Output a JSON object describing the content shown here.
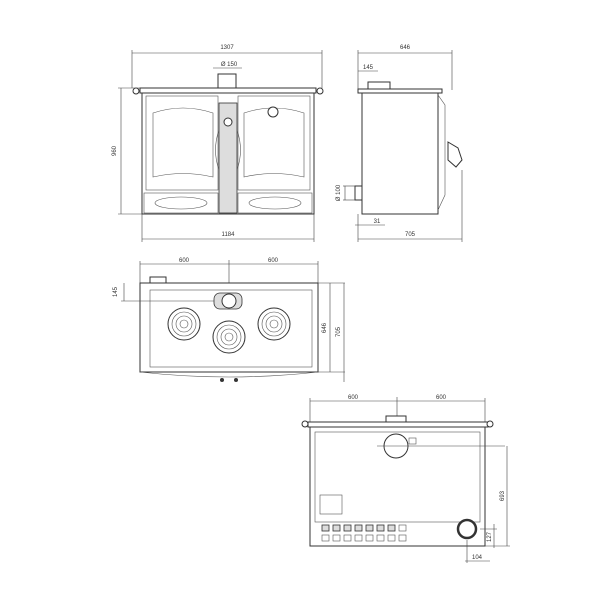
{
  "front_view": {
    "width_total": "1307",
    "flue_diameter": "Ø 150",
    "height": "960",
    "width_body": "1184"
  },
  "side_view": {
    "depth_top": "646",
    "flue_offset": "145",
    "rear_flue_diameter": "Ø 100",
    "rear_offset": "31",
    "depth_total": "705"
  },
  "top_view": {
    "left_half": "600",
    "right_half": "600",
    "flue_offset": "145",
    "depth_top": "646",
    "depth_total": "705"
  },
  "rear_view": {
    "left_half": "600",
    "right_half": "600",
    "outlet_height": "693",
    "inlet_height": "127",
    "inlet_offset": "104"
  }
}
